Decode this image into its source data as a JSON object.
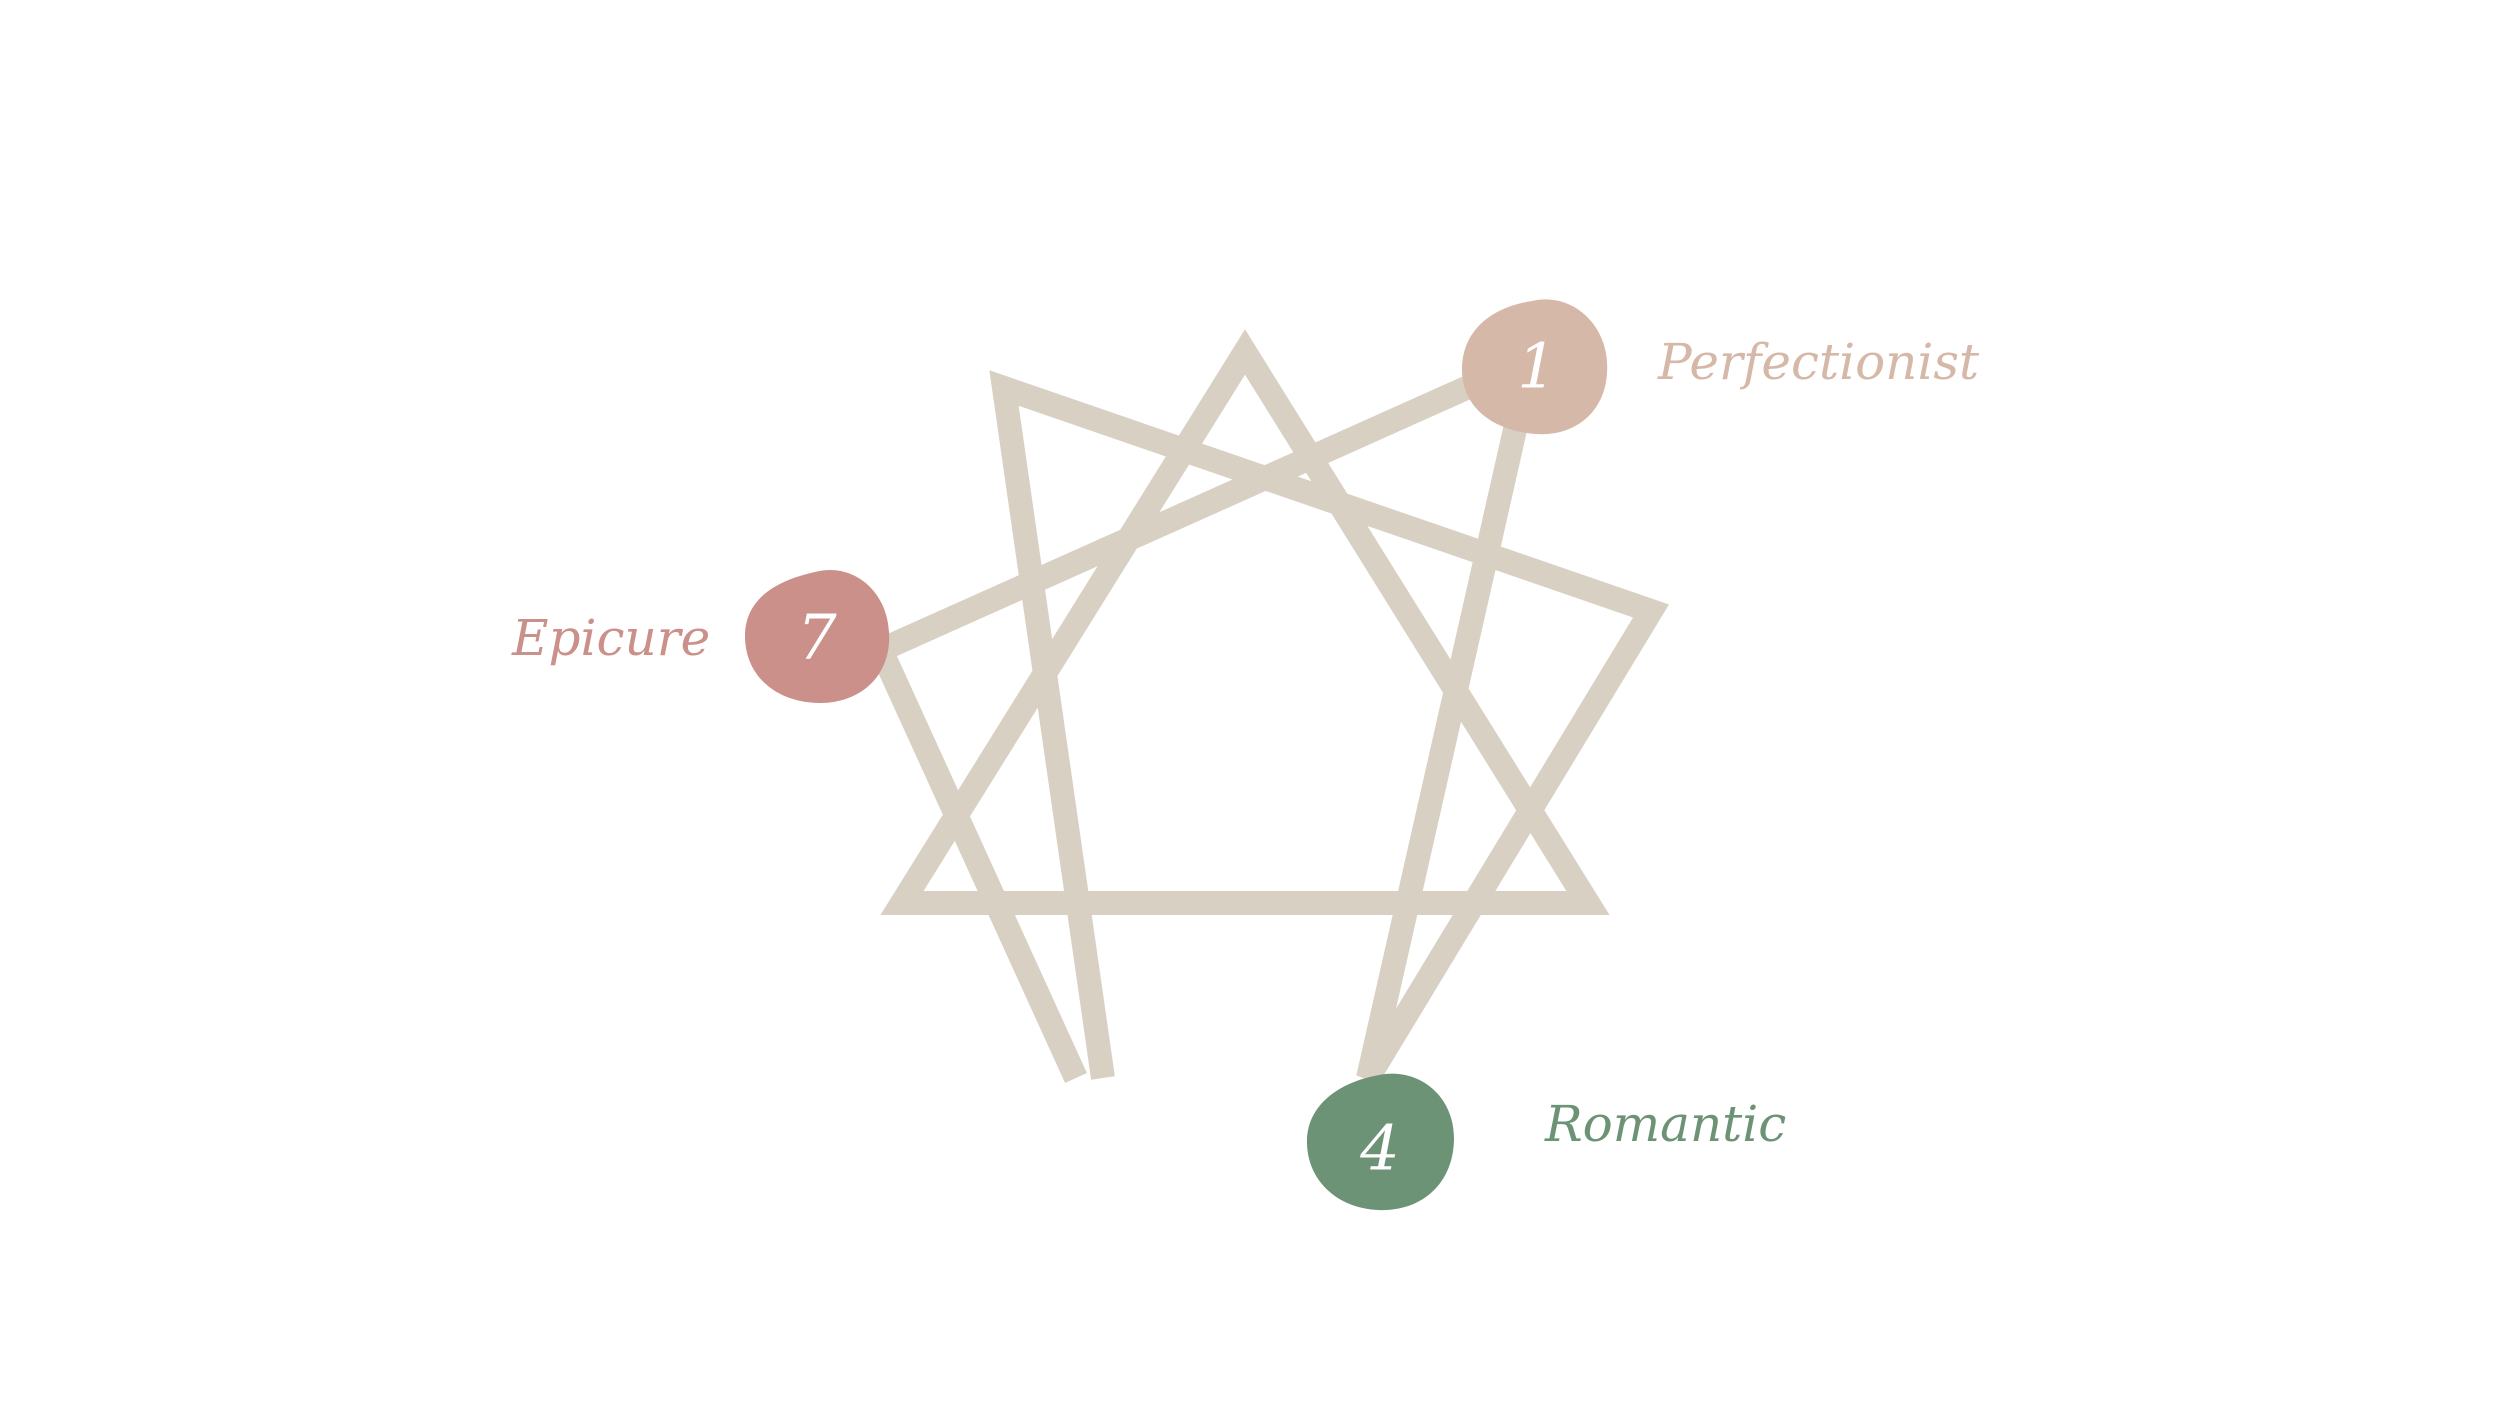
{
  "colors": {
    "lines": "#d9d0c4",
    "type_1": "#d6b8a8",
    "type_7": "#cb908a",
    "type_4": "#6d9376",
    "number_text": "#ffffff"
  },
  "figure": {
    "lines_name": "enneagram lines",
    "nodes": [
      {
        "number": "1",
        "label": "Perfectionist",
        "color_key": "type_1"
      },
      {
        "number": "7",
        "label": "Epicure",
        "color_key": "type_7"
      },
      {
        "number": "4",
        "label": "Romantic",
        "color_key": "type_4"
      }
    ]
  }
}
